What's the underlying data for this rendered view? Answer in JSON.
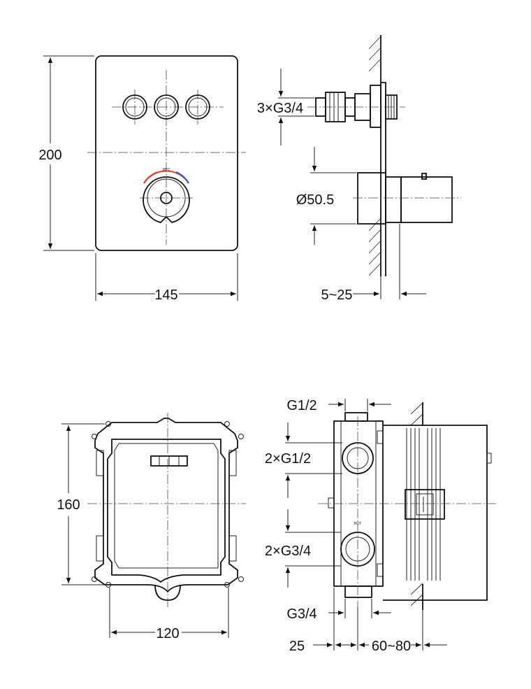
{
  "dimensions": {
    "front_height": "200",
    "front_width": "145",
    "outlet_threads": "3×G3/4",
    "handle_diameter": "Ø50.5",
    "wall_adjust": "5~25",
    "box_height": "160",
    "box_width": "120",
    "top_inlet": "G1/2",
    "side_inlets": "2×G1/2",
    "side_outlets": "2×G3/4",
    "bottom_inlet": "G3/4",
    "box_front_depth": "25",
    "box_wall_depth": "60~80"
  },
  "labels": {
    "temp_mark": "38°C",
    "hot": "HOT"
  },
  "colors": {
    "hot": "#d0452e",
    "cold": "#3a5bd0",
    "line": "#111111"
  }
}
